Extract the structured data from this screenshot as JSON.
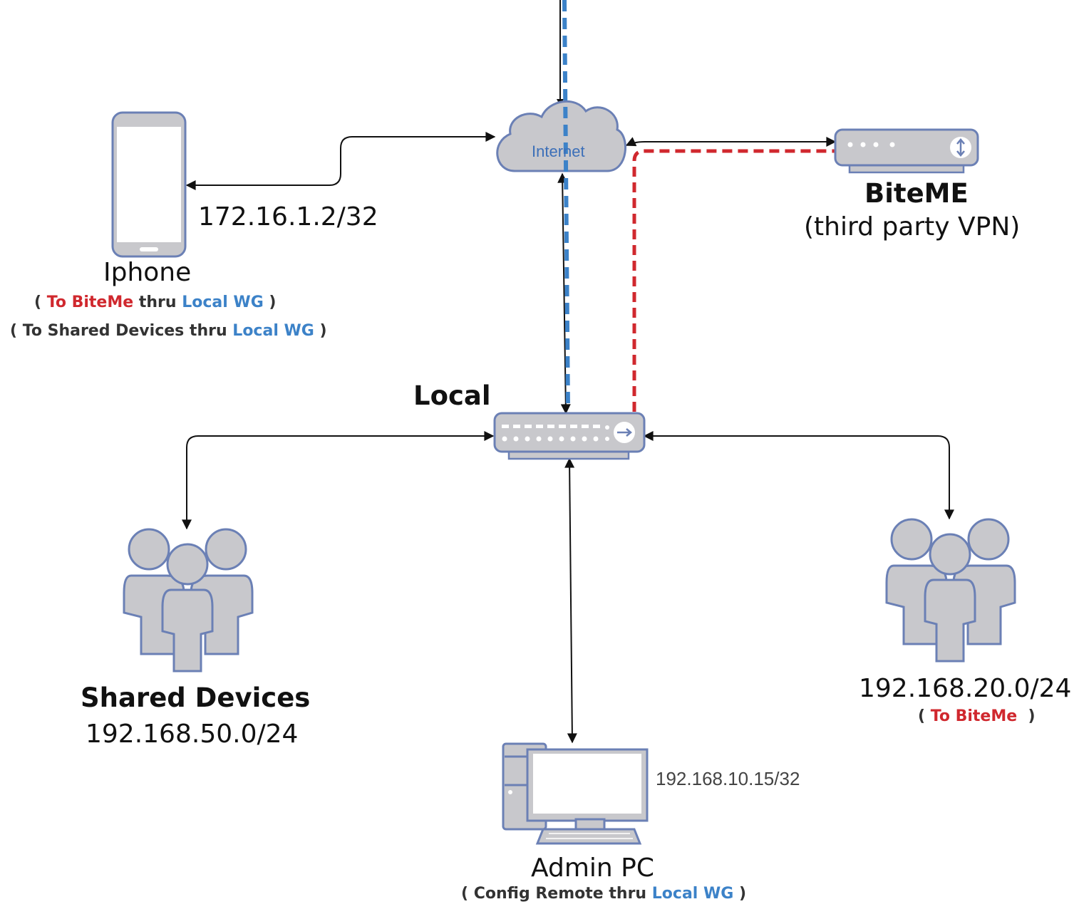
{
  "colors": {
    "icon_fill": "#c8c8cc",
    "icon_stroke": "#6b80b5",
    "link": "#111111",
    "tunnel_red": "#d0282e",
    "tunnel_blue": "#3c82c8"
  },
  "internet": {
    "label": "Internet"
  },
  "biteme": {
    "title": "BiteME",
    "subtitle": "(third party VPN)"
  },
  "local": {
    "label": "Local"
  },
  "iphone": {
    "ip": "172.16.1.2/32",
    "name": "Iphone",
    "note1": {
      "open": "(",
      "dest": "To BiteMe",
      "thru": "thru",
      "via": "Local WG",
      "close": ")"
    },
    "note2": {
      "open": "(",
      "dest": "To Shared Devices",
      "thru": "thru",
      "via": "Local WG",
      "close": ")"
    }
  },
  "shared_devices": {
    "title": "Shared Devices",
    "subnet": "192.168.50.0/24"
  },
  "subnet20": {
    "subnet": "192.168.20.0/24",
    "note": {
      "open": "(",
      "dest": "To BiteMe",
      "close": ")"
    }
  },
  "admin_pc": {
    "ip": "192.168.10.15/32",
    "name": "Admin PC",
    "note": {
      "open": "(",
      "dest": "Config Remote",
      "thru": "thru",
      "via": "Local WG",
      "close": ")"
    }
  }
}
